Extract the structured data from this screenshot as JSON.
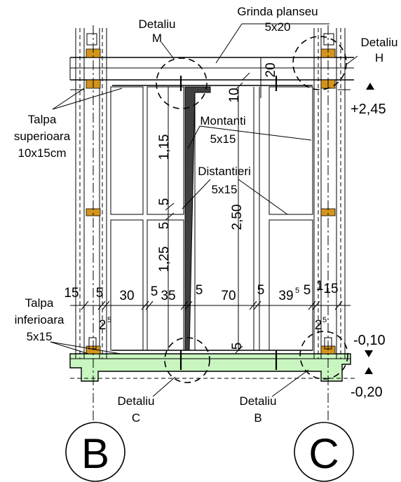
{
  "labels": {
    "grinda_title": "Grinda planseu",
    "grinda_size": "5x20",
    "detaliu_m_1": "Detaliu",
    "detaliu_m_2": "M",
    "detaliu_h_1": "Detaliu",
    "detaliu_h_2": "H",
    "talpa_sup_1": "Talpa",
    "talpa_sup_2": "superioara",
    "talpa_sup_3": "10x15cm",
    "montanti_1": "Montanti",
    "montanti_2": "5x15",
    "distantieri_1": "Distantieri",
    "distantieri_2": "5x15",
    "talpa_inf_1": "Talpa",
    "talpa_inf_2": "inferioara",
    "talpa_inf_3": "5x15",
    "detaliu_c_1": "Detaliu",
    "detaliu_c_2": "C",
    "detaliu_b_1": "Detaliu",
    "detaliu_b_2": "B",
    "axis_b": "B",
    "axis_c": "C"
  },
  "levels": {
    "top": "+2,45",
    "floor": "-0,10",
    "ground": "-0,20"
  },
  "vertical_dims": {
    "d20": "20",
    "d10": "10",
    "d115": "1,15",
    "d5a": "5",
    "d5b": "5",
    "d125": "1,25",
    "d250": "2,50",
    "d5c": "5"
  },
  "horizontal_dims": {
    "h15a": "15",
    "h5a": "5",
    "h30": "30",
    "h5b": "5",
    "h35": "35",
    "h5c": "5",
    "h70": "70",
    "h5d": "5",
    "h39": "39",
    "h39sup": "5",
    "h5e": "5",
    "h15b": "15",
    "h1": "1",
    "h2a": "2",
    "h2a_sup": "5",
    "h2b": "2",
    "h2b_sup": "5"
  },
  "colors": {
    "foundation": "#c8f5c0",
    "timber_block": "#d4941c",
    "member_dark": "#404040"
  }
}
